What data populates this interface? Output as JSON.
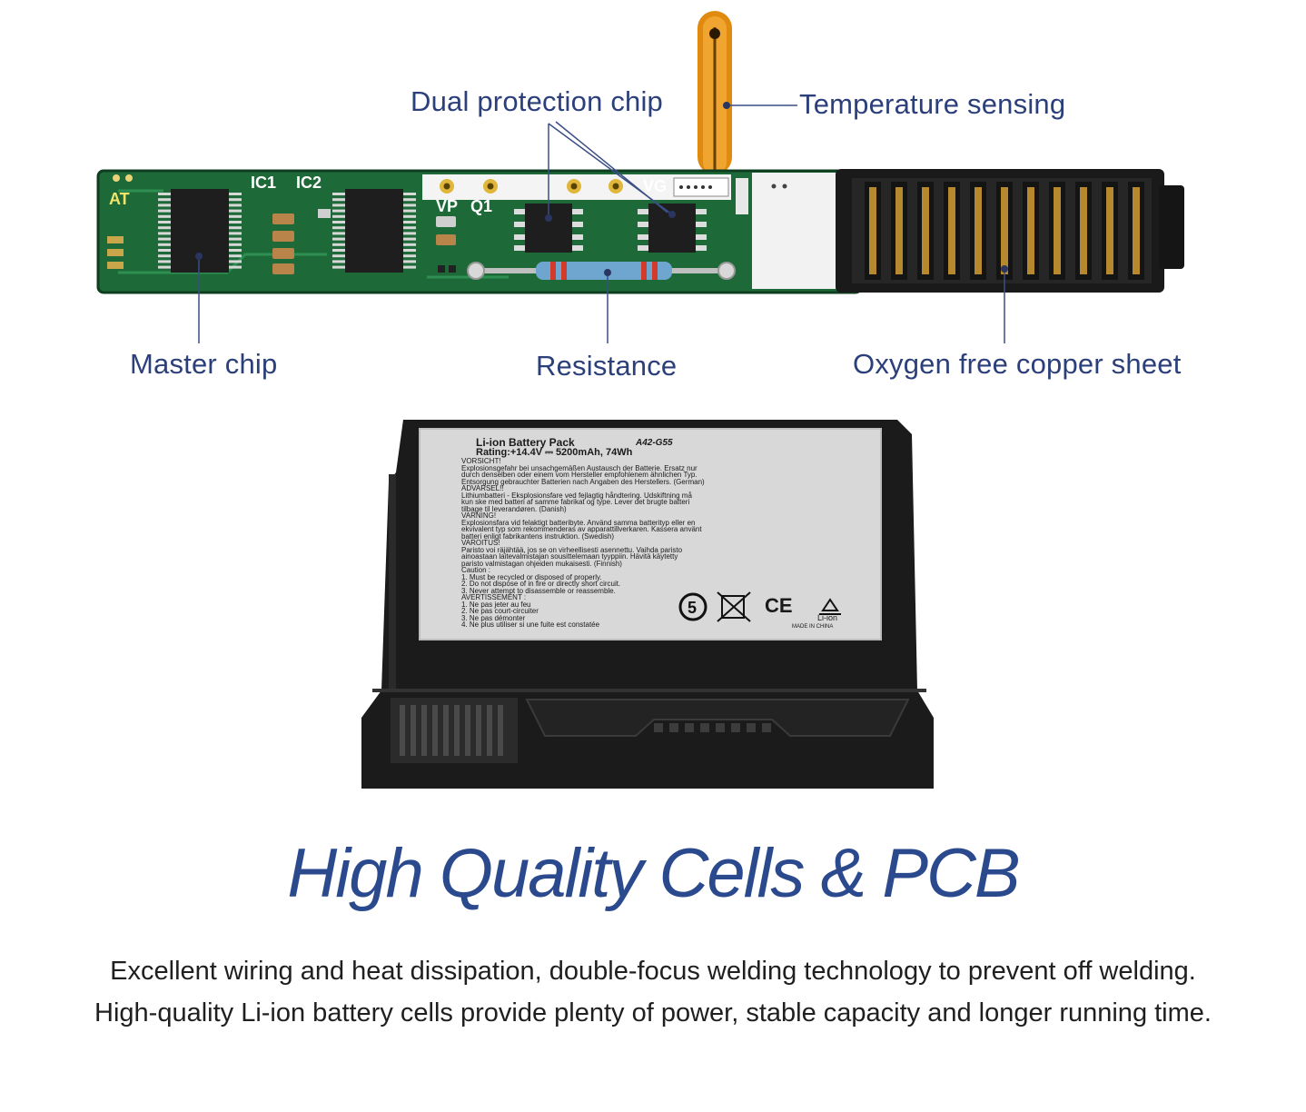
{
  "callouts": {
    "dual_protection": "Dual protection chip",
    "temperature": "Temperature sensing",
    "master": "Master chip",
    "resistance": "Resistance",
    "copper": "Oxygen free copper sheet"
  },
  "pcb_markings": {
    "at": "AT",
    "ic1": "IC1",
    "ic2": "IC2",
    "vp": "VP",
    "q1": "Q1",
    "vg": "VG"
  },
  "battery_label": {
    "title": "Li-ion Battery Pack",
    "model": "A42-G55",
    "rating": "Rating:+14.4V ⎓ 5200mAh, 74Wh",
    "lines": [
      "VORSICHT!",
      "Explosionsgefahr bei unsachgemäßen Austausch der Batterie. Ersatz nur",
      "durch denselben oder einem vom Hersteller empfohlenem ähnlichen Typ.",
      "Entsorgung gebrauchter Batterien nach Angaben des Herstellers. (German)",
      "ADVARSEL!!",
      "Lithiumbatteri - Eksplosionsfare ved fejlagtig håndtering.  Udskiftning må",
      "kun ske med batteri af samme fabrikat og type.  Lever det brugte batteri",
      "tilbage til leverandøren. (Danish)",
      "VARNING!",
      "Explosionsfara vid felaktigt batteribyte. Använd samma batterityp eller en",
      "ekvivalent typ som rekommenderas av apparattillverkaren. Kassera använt",
      "batteri enligt fabrikantens instruktion. (Swedish)",
      "VAROITUS!",
      "Paristo voi räjähtää, jos se on virheellisesti asennettu.  Vaihda paristo",
      "ainoastaan laitevalmistajan sousittelemaan tyyppiin. Hävitä käytetty",
      "paristo valmistagan ohjeiden mukaisesti. (Finnish)",
      "Caution :",
      "1. Must be recycled or disposed of properly.",
      "2. Do not dispose of in fire or directly short circuit.",
      "3. Never attempt to disassemble or reassemble.",
      "AVERTISSEMENT :",
      "1. Ne pas jeter au feu",
      "2. Ne pas court-circuiter",
      "3. Ne pas démonter",
      "4. Ne plus utiliser si une fuite est constatée"
    ],
    "ce": "CE",
    "liion": "Li-ion",
    "made_in": "MADE IN CHINA"
  },
  "headline": "High Quality Cells & PCB",
  "description": [
    "Excellent wiring and heat dissipation, double-focus welding technology to prevent off welding.",
    "High-quality Li-ion battery cells provide plenty of power, stable capacity and longer running time."
  ],
  "colors": {
    "callout_text": "#2b3f7a",
    "headline": "#2b4a8e",
    "pcb_green": "#1f6b3a",
    "battery_body": "#1c1c1c",
    "label_bg": "#d9d9d9"
  }
}
